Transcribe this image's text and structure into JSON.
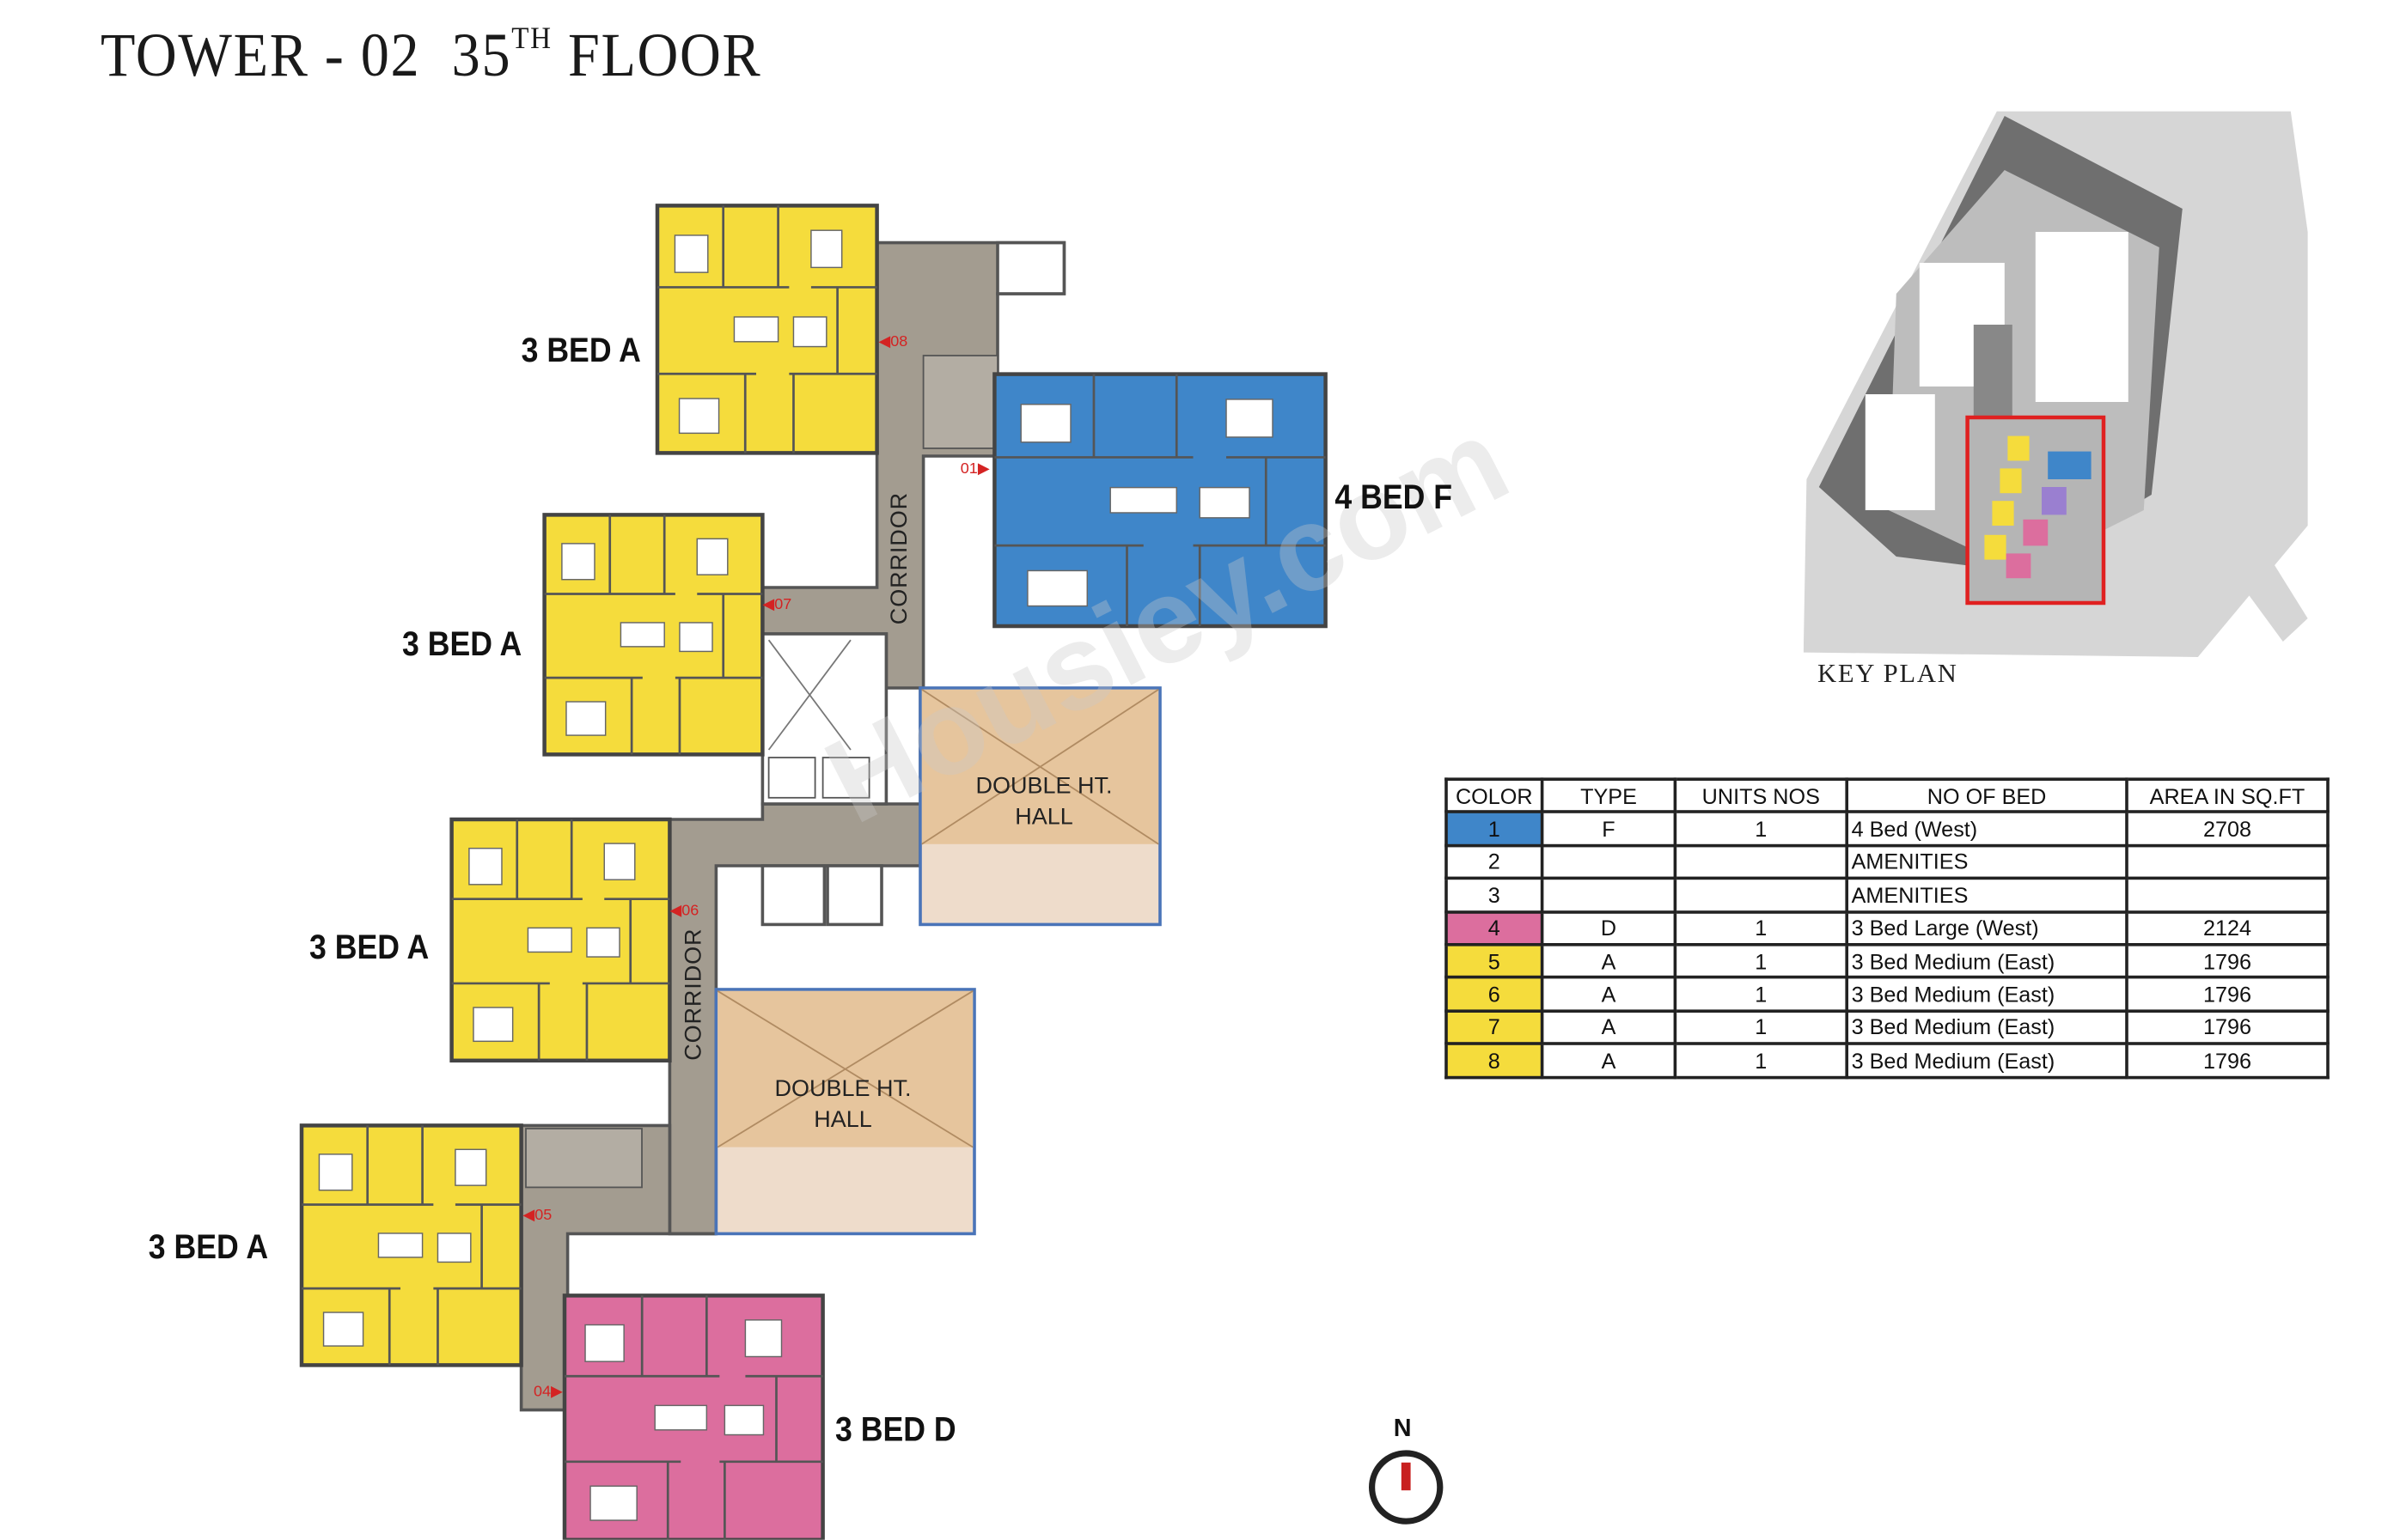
{
  "title": {
    "main": "TOWER - 02  35",
    "superscript": "TH",
    "rest": " FLOOR"
  },
  "units": [
    {
      "label": "3 BED A",
      "number": "08",
      "color": "#f5dc3c"
    },
    {
      "label": "4 BED F",
      "number": "01",
      "color": "#3f86c9"
    },
    {
      "label": "3 BED A",
      "number": "07",
      "color": "#f5dc3c"
    },
    {
      "label": "3 BED A",
      "number": "06",
      "color": "#f5dc3c"
    },
    {
      "label": "3 BED A",
      "number": "05",
      "color": "#f5dc3c"
    },
    {
      "label": "3 BED D",
      "number": "04",
      "color": "#dc6e9e"
    }
  ],
  "corridor_label": "CORRIDOR",
  "halls": [
    {
      "line1": "DOUBLE HT.",
      "line2": "HALL"
    },
    {
      "line1": "DOUBLE HT.",
      "line2": "HALL"
    }
  ],
  "watermark": "Housiey.com",
  "key_plan": {
    "label": "KEY PLAN",
    "highlight_color": "#e02020"
  },
  "compass": {
    "label": "N"
  },
  "colors": {
    "corridor": "#a39c90",
    "hall": "#e6c59d",
    "hall_lower": "#eedccb",
    "walls": "#555555"
  },
  "table": {
    "headers": [
      "COLOR",
      "TYPE",
      "UNITS NOS",
      "NO OF BED",
      "AREA IN SQ.FT"
    ],
    "rows": [
      {
        "color_no": "1",
        "swatch": "#3f86c9",
        "type": "F",
        "units": "1",
        "bed": "4 Bed  (West)",
        "area": "2708"
      },
      {
        "color_no": "2",
        "swatch": "#ffffff",
        "type": "",
        "units": "",
        "bed": "AMENITIES",
        "area": ""
      },
      {
        "color_no": "3",
        "swatch": "#ffffff",
        "type": "",
        "units": "",
        "bed": "AMENITIES",
        "area": ""
      },
      {
        "color_no": "4",
        "swatch": "#dc6e9e",
        "type": "D",
        "units": "1",
        "bed": "3 Bed Large (West)",
        "area": "2124"
      },
      {
        "color_no": "5",
        "swatch": "#f5dc3c",
        "type": "A",
        "units": "1",
        "bed": "3 Bed Medium (East)",
        "area": "1796"
      },
      {
        "color_no": "6",
        "swatch": "#f5dc3c",
        "type": "A",
        "units": "1",
        "bed": "3 Bed Medium (East)",
        "area": "1796"
      },
      {
        "color_no": "7",
        "swatch": "#f5dc3c",
        "type": "A",
        "units": "1",
        "bed": "3 Bed Medium (East)",
        "area": "1796"
      },
      {
        "color_no": "8",
        "swatch": "#f5dc3c",
        "type": "A",
        "units": "1",
        "bed": "3 Bed Medium (East)",
        "area": "1796"
      }
    ]
  }
}
